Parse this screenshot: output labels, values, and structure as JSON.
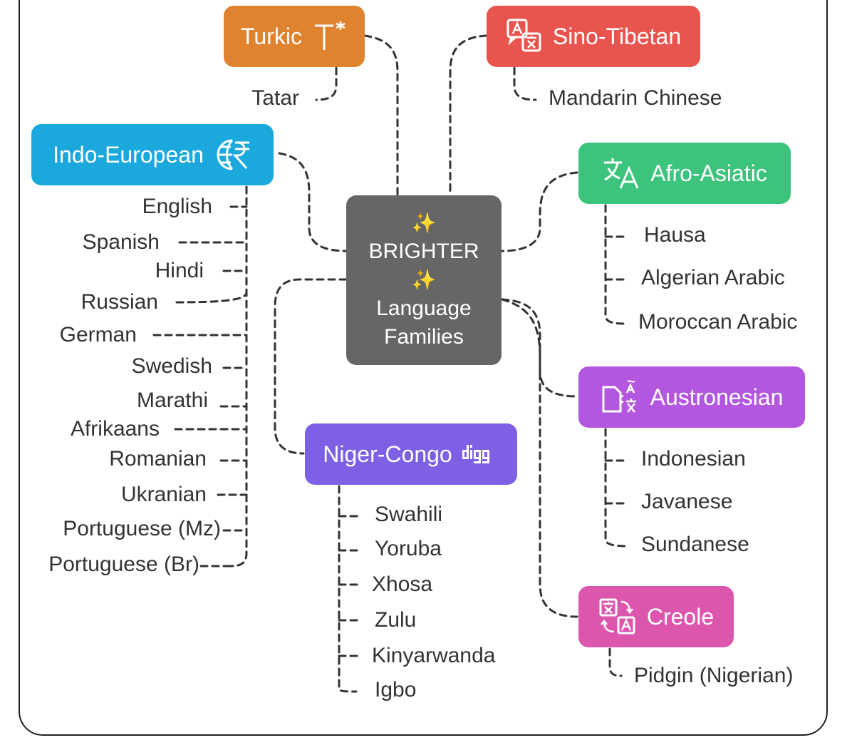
{
  "center": {
    "spark": "✨",
    "line1": "BRIGHTER",
    "line2": "Language",
    "line3": "Families"
  },
  "families": {
    "turkic": {
      "label": "Turkic",
      "icon": "text-asterisk-icon",
      "color": "#E0832F",
      "languages": [
        "Tatar"
      ]
    },
    "sino_tibetan": {
      "label": "Sino-Tibetan",
      "icon": "translate-chat-icon",
      "color": "#E8554F",
      "languages": [
        "Mandarin Chinese"
      ]
    },
    "indo_european": {
      "label": "Indo-European",
      "icon": "globe-rupee-icon",
      "color": "#1BA8DC",
      "languages": [
        "English",
        "Spanish",
        "Hindi",
        "Russian",
        "German",
        "Swedish",
        "Marathi",
        "Afrikaans",
        "Romanian",
        "Ukranian",
        "Portuguese (Mz)",
        "Portuguese (Br)"
      ]
    },
    "afro_asiatic": {
      "label": "Afro-Asiatic",
      "icon": "translate-icon",
      "color": "#3CC47C",
      "languages": [
        "Hausa",
        "Algerian Arabic",
        "Moroccan Arabic"
      ]
    },
    "austronesian": {
      "label": "Austronesian",
      "icon": "document-translate-icon",
      "color": "#B357E0",
      "languages": [
        "Indonesian",
        "Javanese",
        "Sundanese"
      ]
    },
    "niger_congo": {
      "label": "Niger-Congo",
      "icon": "digg-icon",
      "color": "#7E60E4",
      "languages": [
        "Swahili",
        "Yoruba",
        "Xhosa",
        "Zulu",
        "Kinyarwanda",
        "Igbo"
      ]
    },
    "creole": {
      "label": "Creole",
      "icon": "language-swap-icon",
      "color": "#DD56AE",
      "languages": [
        "Pidgin (Nigerian)"
      ]
    }
  }
}
